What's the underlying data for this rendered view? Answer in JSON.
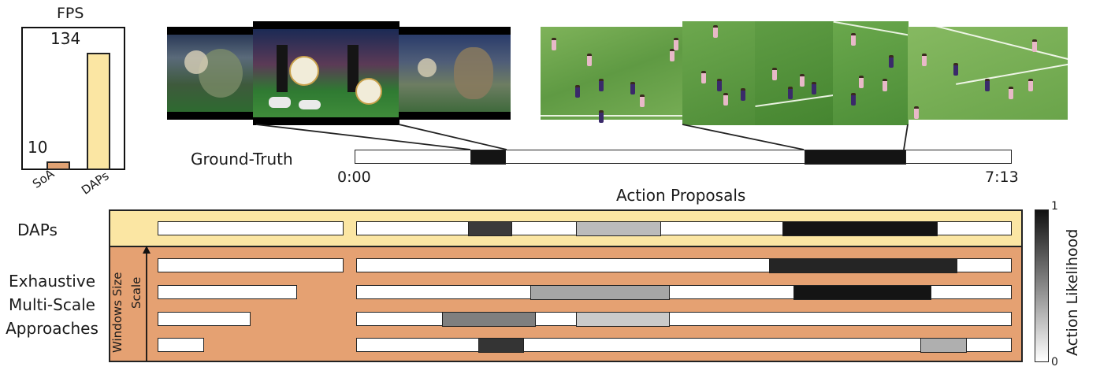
{
  "fps_chart": {
    "title": "FPS",
    "chart_data": {
      "type": "bar",
      "title": "FPS",
      "categories": [
        "SoA",
        "DAPs"
      ],
      "values": [
        10,
        134
      ],
      "ylim": [
        0,
        160
      ],
      "colors": [
        "#e0a274",
        "#fbe6a3"
      ]
    },
    "labels": {
      "soa_value": "10",
      "daps_value": "134",
      "soa": "SoA",
      "daps": "DAPs"
    }
  },
  "ground_truth": {
    "label": "Ground-Truth",
    "start_time": "0:00",
    "end_time": "7:13",
    "segments": [
      {
        "start": 0.175,
        "end": 0.23,
        "likelihood": 1.0
      },
      {
        "start": 0.685,
        "end": 0.84,
        "likelihood": 1.0
      }
    ]
  },
  "proposals": {
    "title": "Action Proposals",
    "daps_label": "DAPs",
    "exhaustive_label_lines": [
      "Exhaustive",
      "Multi-Scale",
      "Approaches"
    ],
    "axis_label_windows": "Windows Size",
    "axis_label_scale": "Scale",
    "colors": {
      "daps_bg": "#fbe6a3",
      "exhaustive_bg": "#e5a172"
    },
    "daps_row": {
      "window_fraction": 1.0,
      "segments": [
        {
          "start": 0.17,
          "end": 0.237,
          "likelihood": 0.82
        },
        {
          "start": 0.335,
          "end": 0.465,
          "likelihood": 0.22
        },
        {
          "start": 0.65,
          "end": 0.888,
          "likelihood": 1.0
        }
      ]
    },
    "exhaustive_rows": [
      {
        "window_fraction": 1.0,
        "segments": [
          {
            "start": 0.63,
            "end": 0.918,
            "likelihood": 0.92
          }
        ]
      },
      {
        "window_fraction": 0.75,
        "segments": [
          {
            "start": 0.265,
            "end": 0.478,
            "likelihood": 0.32
          },
          {
            "start": 0.667,
            "end": 0.878,
            "likelihood": 1.0
          }
        ]
      },
      {
        "window_fraction": 0.5,
        "segments": [
          {
            "start": 0.13,
            "end": 0.273,
            "likelihood": 0.5
          },
          {
            "start": 0.335,
            "end": 0.478,
            "likelihood": 0.15
          }
        ]
      },
      {
        "window_fraction": 0.25,
        "segments": [
          {
            "start": 0.185,
            "end": 0.256,
            "likelihood": 0.85
          },
          {
            "start": 0.861,
            "end": 0.933,
            "likelihood": 0.28
          }
        ]
      }
    ]
  },
  "colorbar": {
    "title": "Action Likelihood",
    "max_label": "1",
    "min_label": "0"
  }
}
